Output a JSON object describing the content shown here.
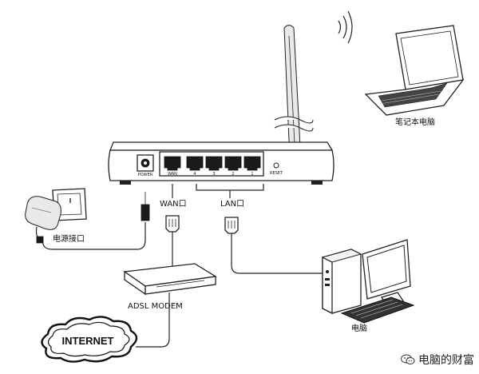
{
  "labels": {
    "power_port": "POWER",
    "wan_port": "WAN",
    "lan_port_4": "4",
    "lan_port_3": "3",
    "lan_port_2": "2",
    "lan_port_1": "1",
    "reset": "RESET",
    "wan_label": "WAN口",
    "lan_label": "LAN口",
    "power_label": "电源接口",
    "modem_label": "ADSL MODEM",
    "internet_label": "INTERNET",
    "laptop_label": "笔记本电脑",
    "pc_label": "电脑"
  },
  "watermark": {
    "text": "电脑的财富",
    "icon": "wechat-icon"
  },
  "icons": [
    "router-icon",
    "antenna-icon",
    "wifi-signal-icon",
    "laptop-icon",
    "desktop-computer-icon",
    "power-adapter-icon",
    "wall-socket-icon",
    "ethernet-plug-icon",
    "dc-plug-icon",
    "modem-icon",
    "cloud-icon"
  ]
}
